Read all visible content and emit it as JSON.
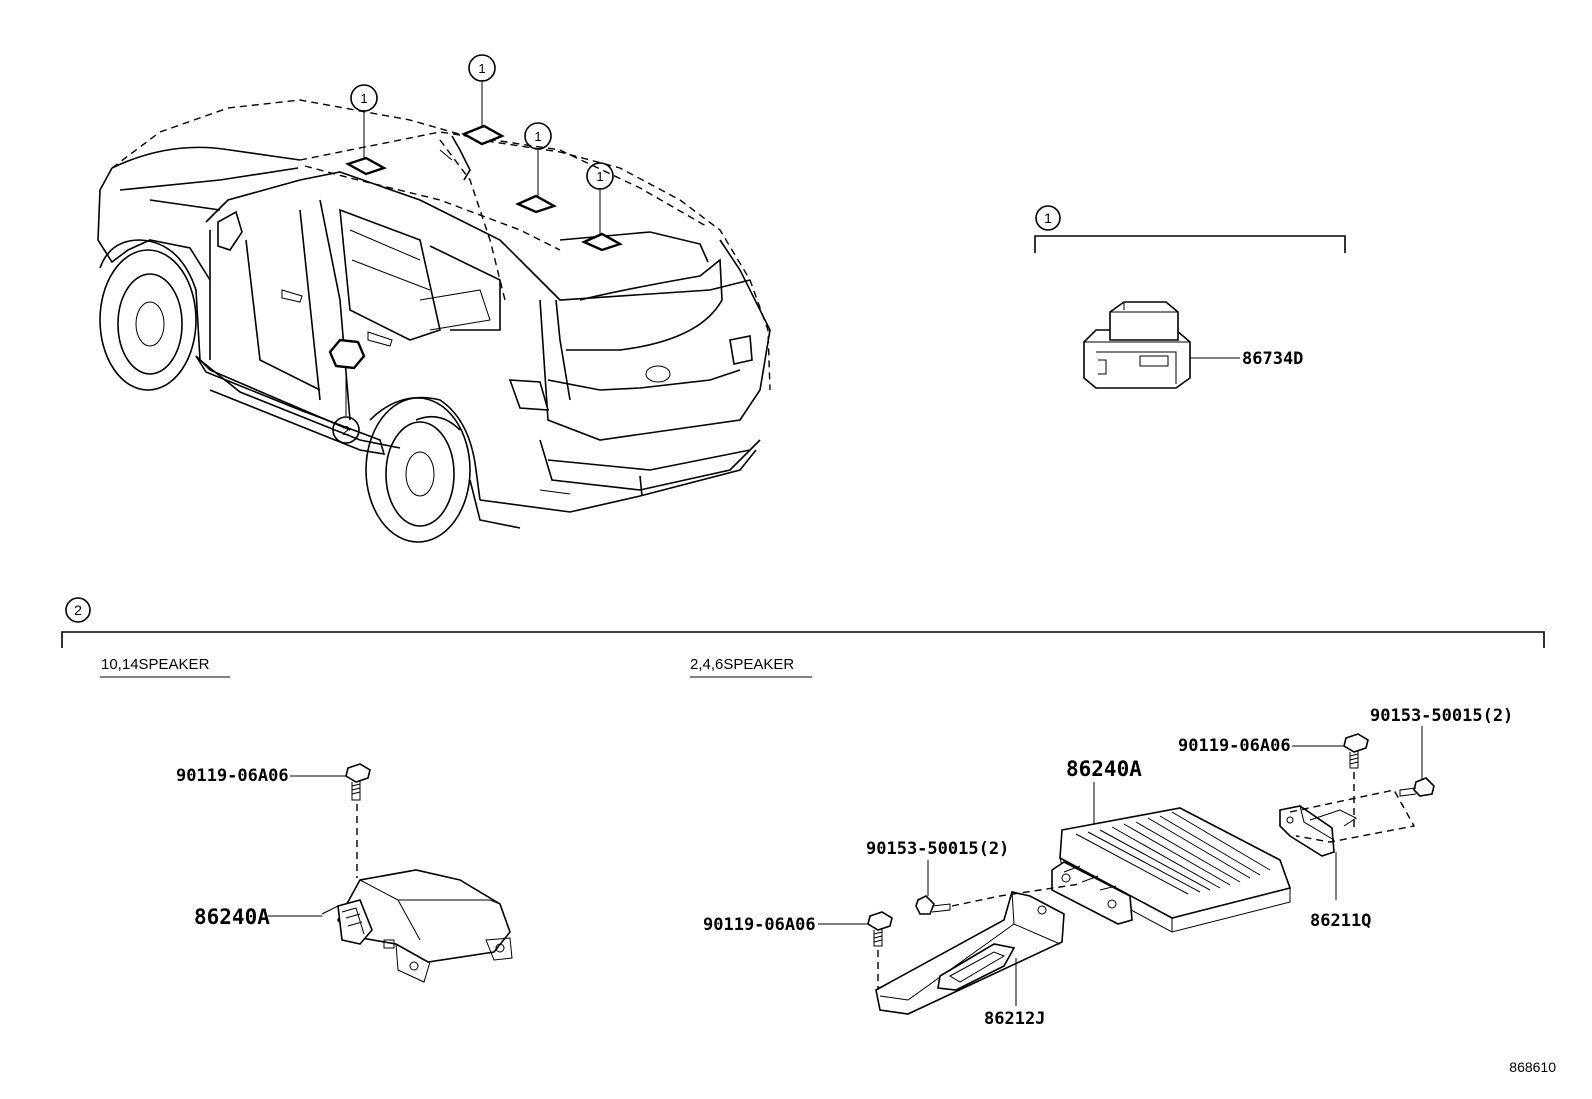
{
  "callouts": {
    "one": "1",
    "two": "2"
  },
  "receiver": {
    "part_number": "86734D"
  },
  "section_2": {
    "left": {
      "heading": "10,14SPEAKER",
      "bolt": "90119-06A06",
      "amplifier": "86240A"
    },
    "right": {
      "heading": "2,4,6SPEAKER",
      "amplifier": "86240A",
      "bolt_front": "90119-06A06",
      "screw_front": "90153-50015(2)",
      "bracket_front": "86212J",
      "bolt_rear": "90119-06A06",
      "screw_rear": "90153-50015(2)",
      "bracket_rear": "86211Q"
    }
  },
  "diagram_number": "868610"
}
